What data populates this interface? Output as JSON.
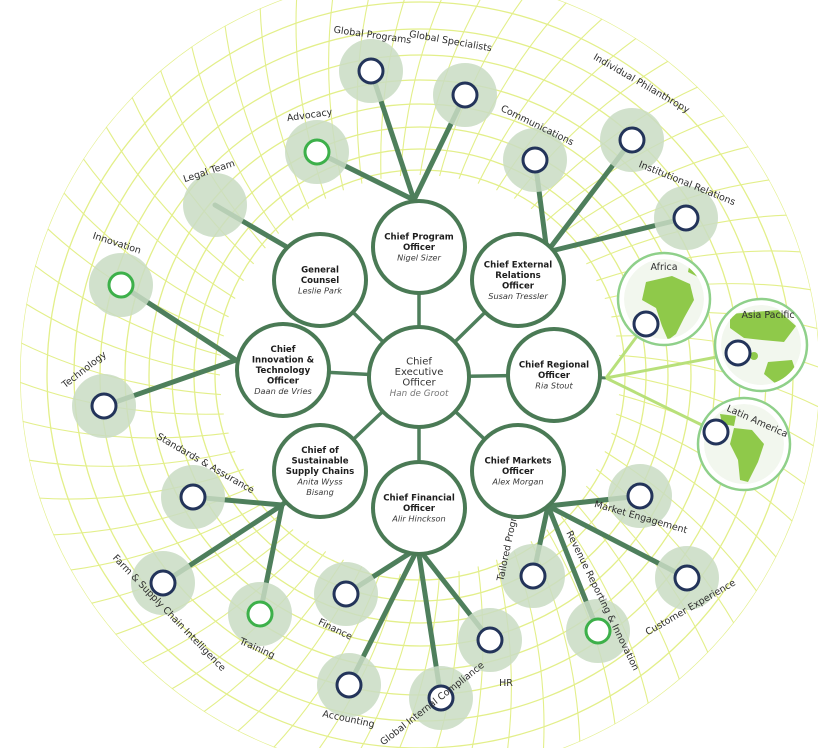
{
  "colors": {
    "grid": "#e3ef8a",
    "connector": "#4e7f5c",
    "exec_ring": "#4a7a55",
    "halo": "#c9dcc3",
    "node_dark": "#23345a",
    "node_green": "#3db04a",
    "region_ring": "#8fd08a",
    "land": "#8fc94a"
  },
  "ceo": {
    "title": [
      "Chief",
      "Executive",
      "Officer"
    ],
    "name": "Han de Groot"
  },
  "executives": [
    {
      "id": "program",
      "title": [
        "Chief Program",
        "Officer"
      ],
      "name": "Nigel Sizer"
    },
    {
      "id": "external",
      "title": [
        "Chief External",
        "Relations",
        "Officer"
      ],
      "name": "Susan Tressler"
    },
    {
      "id": "regional",
      "title": [
        "Chief Regional",
        "Officer"
      ],
      "name": "Ria Stout"
    },
    {
      "id": "markets",
      "title": [
        "Chief Markets",
        "Officer"
      ],
      "name": "Alex Morgan"
    },
    {
      "id": "financial",
      "title": [
        "Chief Financial",
        "Officer"
      ],
      "name": "Alir Hinckson"
    },
    {
      "id": "supply",
      "title": [
        "Chief of",
        "Sustainable",
        "Supply Chains"
      ],
      "name": [
        "Anita Wyss",
        "Bisang"
      ]
    },
    {
      "id": "innovation",
      "title": [
        "Chief",
        "Innovation &",
        "Technology",
        "Officer"
      ],
      "name": "Daan de Vries"
    },
    {
      "id": "counsel",
      "title": [
        "General",
        "Counsel"
      ],
      "name": "Leslie Park"
    }
  ],
  "departments": [
    {
      "id": "global-programs",
      "label": "Global Programs",
      "parent": "program",
      "marker": "dark"
    },
    {
      "id": "global-specialists",
      "label": "Global Specialists",
      "parent": "program",
      "marker": "dark"
    },
    {
      "id": "advocacy",
      "label": "Advocacy",
      "parent": "program",
      "marker": "green"
    },
    {
      "id": "communications",
      "label": "Communications",
      "parent": "external",
      "marker": "dark"
    },
    {
      "id": "individual-philanthropy",
      "label": "Individual Philanthropy",
      "parent": "external",
      "marker": "dark"
    },
    {
      "id": "institutional-relations",
      "label": "Institutional Relations",
      "parent": "external",
      "marker": "dark"
    },
    {
      "id": "legal-team",
      "label": "Legal Team",
      "parent": "counsel",
      "marker": "none"
    },
    {
      "id": "innovation",
      "label": "Innovation",
      "parent": "innovation",
      "marker": "green"
    },
    {
      "id": "technology",
      "label": "Technology",
      "parent": "innovation",
      "marker": "dark"
    },
    {
      "id": "standards-assurance",
      "label": "Standards & Assurance",
      "parent": "supply",
      "marker": "dark"
    },
    {
      "id": "farm-supply-chain-intelligence",
      "label": "Farm & Supply Chain Intelligence",
      "parent": "supply",
      "marker": "dark"
    },
    {
      "id": "training",
      "label": "Training",
      "parent": "supply",
      "marker": "green"
    },
    {
      "id": "finance",
      "label": "Finance",
      "parent": "financial",
      "marker": "dark"
    },
    {
      "id": "accounting",
      "label": "Accounting",
      "parent": "financial",
      "marker": "dark"
    },
    {
      "id": "global-internal-compliance",
      "label": "Global Internal Compliance",
      "parent": "financial",
      "marker": "dark"
    },
    {
      "id": "hr",
      "label": "HR",
      "parent": "financial",
      "marker": "dark"
    },
    {
      "id": "tailored-programs",
      "label": "Tailored Programs",
      "parent": "markets",
      "marker": "dark"
    },
    {
      "id": "revenue-reporting-innovation",
      "label": "Revenue Reporting & Innovation",
      "parent": "markets",
      "marker": "green"
    },
    {
      "id": "customer-experience",
      "label": "Customer Experience",
      "parent": "markets",
      "marker": "dark"
    },
    {
      "id": "market-engagement",
      "label": "Market Engagement",
      "parent": "markets",
      "marker": "dark"
    }
  ],
  "regions": [
    {
      "id": "africa",
      "label": "Africa"
    },
    {
      "id": "asia-pacific",
      "label": "Asia Pacific"
    },
    {
      "id": "latin-america",
      "label": "Latin America"
    }
  ]
}
